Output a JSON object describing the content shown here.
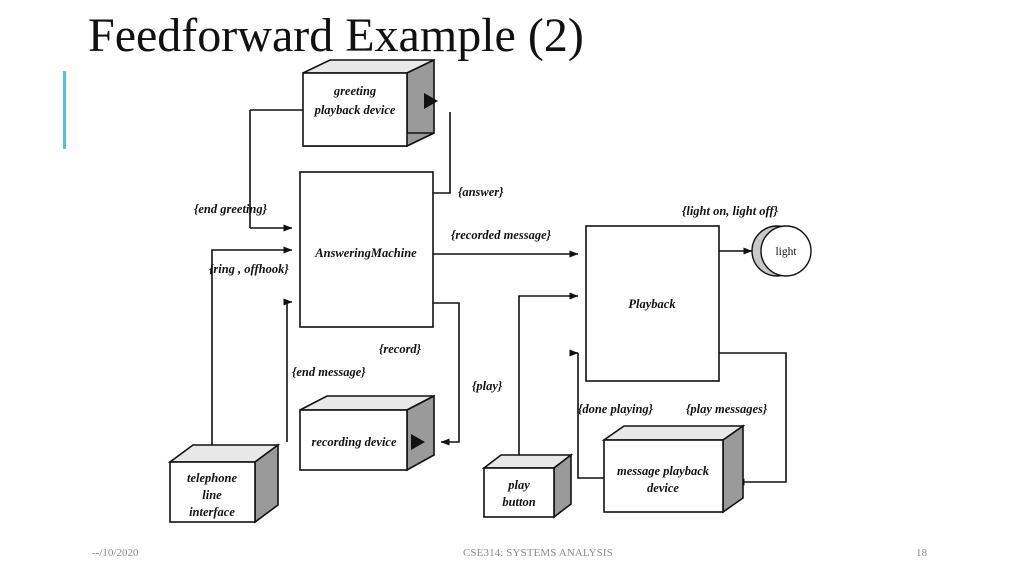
{
  "slide": {
    "title": "Feedforward Example (2)",
    "accent_color": "#4FC3E0",
    "background": "#FFFFFF"
  },
  "footer": {
    "date": "--/10/2020",
    "course": "CSE314: SYSTEMS ANALYSIS",
    "page_number": "18"
  },
  "diagram": {
    "type": "block-flow-diagram",
    "nodes": {
      "greeting_playback_device": "greeting\nplayback device",
      "greeting_playback_device_line1": "greeting",
      "greeting_playback_device_line2": "playback device",
      "answering_machine": "AnsweringMachine",
      "playback": "Playback",
      "light": "light",
      "recording_device": "recording device",
      "telephone_line_interface_line1": "telephone",
      "telephone_line_interface_line2": "line",
      "telephone_line_interface_line3": "interface",
      "play_button_line1": "play",
      "play_button_line2": "button",
      "message_playback_device_line1": "message playback",
      "message_playback_device_line2": "device"
    },
    "edge_labels": {
      "end_greeting": "{end greeting}",
      "ring_offhook": "{ring , offhook}",
      "answer": "{answer}",
      "recorded_message": "{recorded message}",
      "record": "{record}",
      "end_message": "{end message}",
      "play": "{play}",
      "light_on_off": "{light on, light off}",
      "done_playing": "{done  playing}",
      "play_messages": "{play messages}"
    },
    "colors": {
      "stroke": "#111111",
      "box_face": "#FFFFFF",
      "box_top": "#E8E8E8",
      "box_side": "#9A9A9A",
      "shadow": "#C9C9C9"
    }
  }
}
